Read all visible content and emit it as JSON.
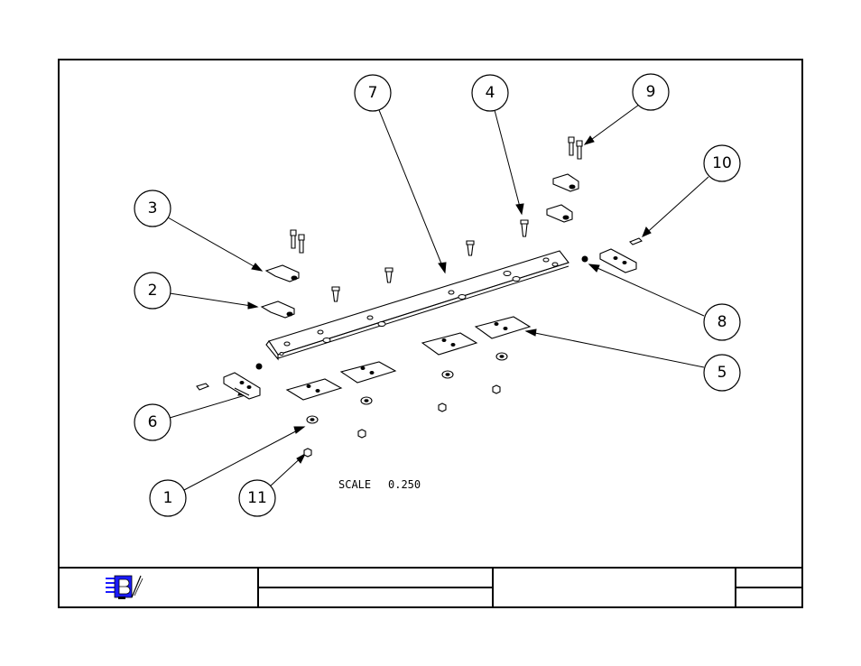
{
  "drawing": {
    "scale_label": "SCALE",
    "scale_value": "0.250",
    "balloons": [
      {
        "id": "b7",
        "label": "7"
      },
      {
        "id": "b4",
        "label": "4"
      },
      {
        "id": "b9",
        "label": "9"
      },
      {
        "id": "b10",
        "label": "10"
      },
      {
        "id": "b3",
        "label": "3"
      },
      {
        "id": "b2",
        "label": "2"
      },
      {
        "id": "b8",
        "label": "8"
      },
      {
        "id": "b5",
        "label": "5"
      },
      {
        "id": "b6",
        "label": "6"
      },
      {
        "id": "b1",
        "label": "1"
      },
      {
        "id": "b11",
        "label": "11"
      }
    ]
  },
  "title_block": {
    "logo_icon": "b-flag-logo-icon",
    "logo_color": "#1a1aff"
  }
}
